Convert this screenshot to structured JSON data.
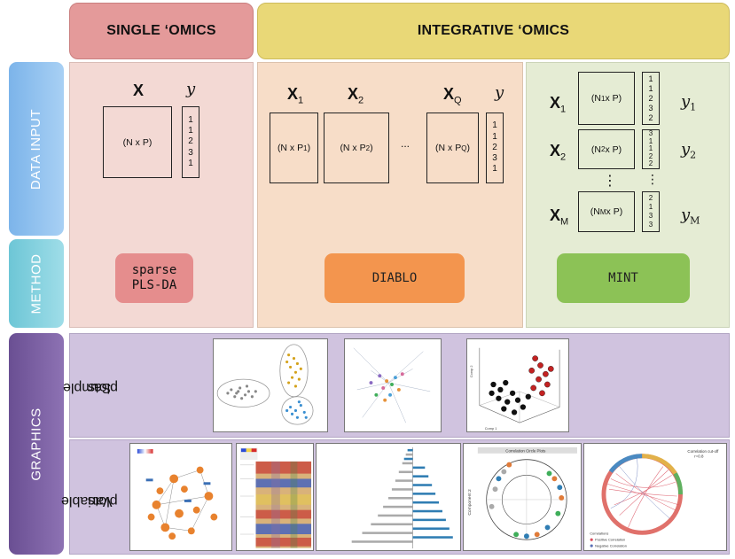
{
  "headers": {
    "single": "SINGLE ‘OMICS",
    "integrative": "INTEGRATIVE ‘OMICS"
  },
  "side_labels": {
    "data_input": "DATA INPUT",
    "method": "METHOD",
    "graphics": "GRAPHICS"
  },
  "single": {
    "x_label": "X",
    "y_label": "y",
    "matrix": "(N x P)",
    "y_values": [
      "1",
      "1",
      "2",
      "3",
      "1"
    ],
    "method_line1": "sparse",
    "method_line2": "PLS-DA"
  },
  "diablo": {
    "x1": "X",
    "x1_sub": "1",
    "x2": "X",
    "x2_sub": "2",
    "xq": "X",
    "xq_sub": "Q",
    "y_label": "y",
    "m1_pre": "(N x P",
    "m1_sub": "1",
    "m1_post": ")",
    "m2_pre": "(N x P",
    "m2_sub": "2",
    "m2_post": ")",
    "mq_pre": "(N x P",
    "mq_sub": "Q",
    "mq_post": ")",
    "ellipsis": "...",
    "y_values": [
      "1",
      "1",
      "2",
      "3",
      "1"
    ],
    "method": "DIABLO"
  },
  "mint": {
    "x1": "X",
    "x1_sub": "1",
    "x2": "X",
    "x2_sub": "2",
    "xm": "X",
    "xm_sub": "M",
    "y1": "y",
    "y1_sub": "1",
    "y2": "y",
    "y2_sub": "2",
    "ym": "y",
    "ym_sub": "M",
    "m1_pre": "(N",
    "m1_sub": "1",
    "m1_post": " x P)",
    "m2_pre": "(N",
    "m2_sub": "2",
    "m2_post": " x P)",
    "mm_pre": "(N",
    "mm_sub": "M",
    "mm_post": " x P)",
    "vdots": "⋮",
    "y1_values": [
      "1",
      "1",
      "2",
      "3",
      "2"
    ],
    "y2_values": [
      "3",
      "1",
      "1",
      "2",
      "2"
    ],
    "ym_values": [
      "2",
      "1",
      "3",
      "3"
    ],
    "method": "MINT"
  },
  "graphics": {
    "sample_line1": "Sample",
    "sample_line2": "plots",
    "variable_line1": "Variable",
    "variable_line2": "plots"
  },
  "sample_plot_axes": {
    "comp1": "Comp 1",
    "comp2": "Comp 2"
  },
  "correlation_plot": {
    "title": "Correlation Circle Plots",
    "ylabel": "Component 2"
  },
  "circos_plot": {
    "cutoff": "Correlation cut-off",
    "cutoff_value": "r=0.8",
    "legend_title": "Correlations",
    "positive": "Positive Correlation",
    "negative": "Negative Correlation"
  },
  "colors": {
    "single_header": "#e49a9a",
    "integrative_header": "#e9d877",
    "data_input": "#7cb4ea",
    "method": "#6dc6d6",
    "graphics": "#6a4f93",
    "spls": "#e58d8d",
    "diablo": "#f3954e",
    "mint": "#8cc256"
  }
}
